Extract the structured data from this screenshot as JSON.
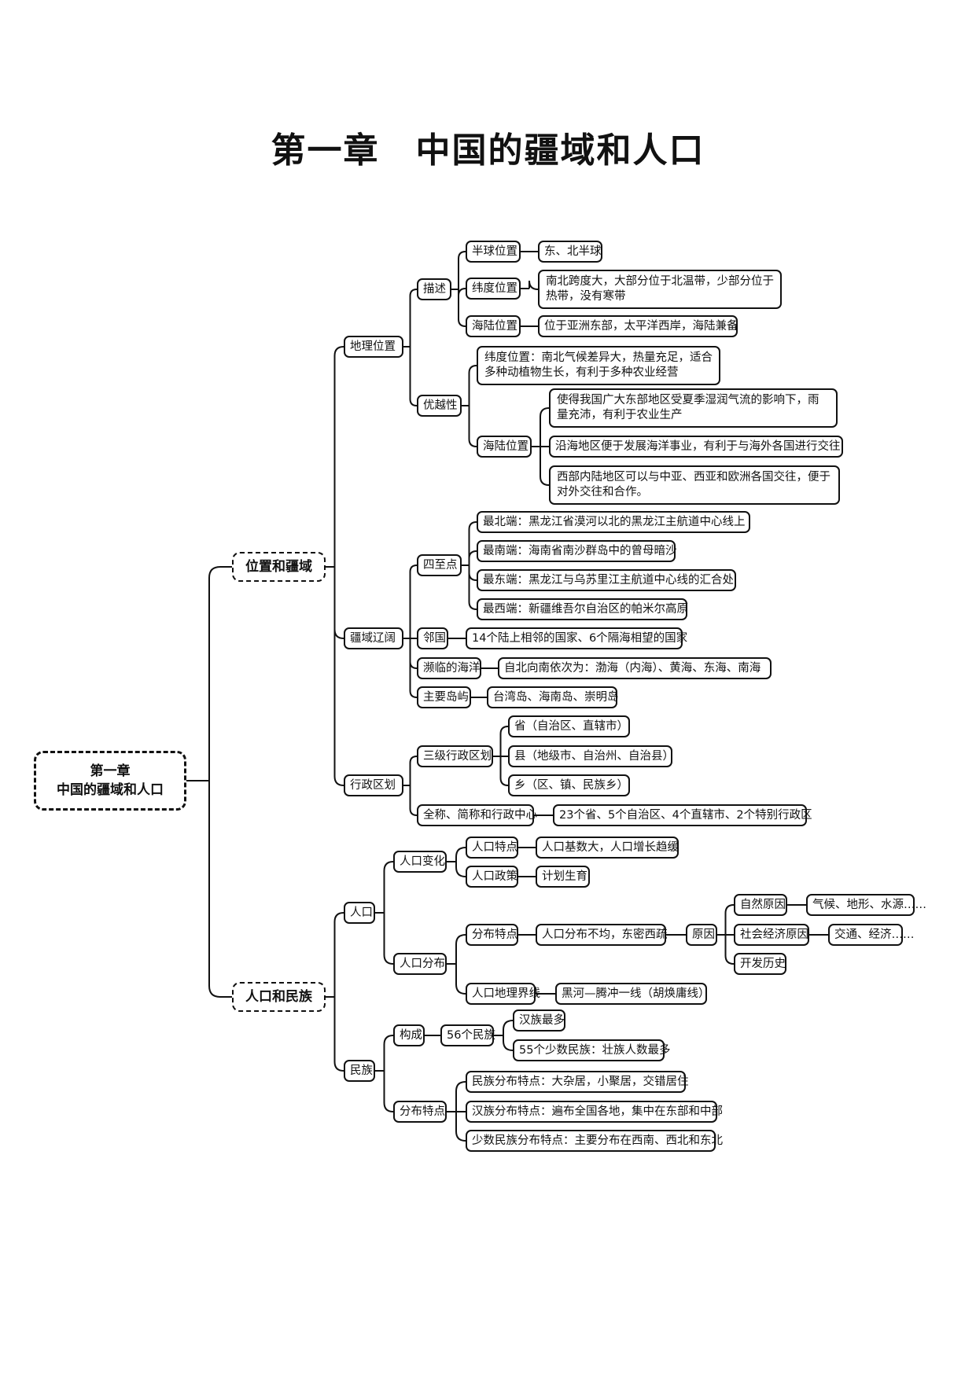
{
  "title": "第一章　中国的疆域和人口",
  "root": {
    "line1": "第一章",
    "line2": "中国的疆域和人口"
  },
  "branch1": {
    "label": "位置和疆域",
    "geo": {
      "label": "地理位置",
      "desc": {
        "label": "描述",
        "hemi": {
          "label": "半球位置",
          "text": "东、北半球"
        },
        "lat": {
          "label": "纬度位置",
          "text": "南北跨度大，大部分位于北温带，少部分位于热带，没有寒带"
        },
        "sea": {
          "label": "海陆位置",
          "text": "位于亚洲东部，太平洋西岸，海陆兼备"
        }
      },
      "adv": {
        "label": "优越性",
        "lat": "纬度位置：南北气候差异大，热量充足，适合多种动植物生长，有利于多种农业经营",
        "sea": {
          "label": "海陆位置",
          "items": [
            "使得我国广大东部地区受夏季湿润气流的影响下，雨量充沛，有利于农业生产",
            "沿海地区便于发展海洋事业，有利于与海外各国进行交往",
            "西部内陆地区可以与中亚、西亚和欧洲各国交往，便于对外交往和合作。"
          ]
        }
      }
    },
    "terr": {
      "label": "疆域辽阔",
      "points": {
        "label": "四至点",
        "items": [
          "最北端：黑龙江省漠河以北的黑龙江主航道中心线上",
          "最南端：海南省南沙群岛中的曾母暗沙",
          "最东端：黑龙江与乌苏里江主航道中心线的汇合处",
          "最西端：新疆维吾尔自治区的帕米尔高原"
        ]
      },
      "neighbors": {
        "label": "邻国",
        "text": "14个陆上相邻的国家、6个隔海相望的国家"
      },
      "seas": {
        "label": "濒临的海洋",
        "text": "自北向南依次为：渤海（内海）、黄海、东海、南海"
      },
      "islands": {
        "label": "主要岛屿",
        "text": "台湾岛、海南岛、崇明岛"
      }
    },
    "admin": {
      "label": "行政区划",
      "levels": {
        "label": "三级行政区划",
        "items": [
          "省（自治区、直辖市）",
          "县（地级市、自治州、自治县）",
          "乡（区、镇、民族乡）"
        ]
      },
      "names": {
        "label": "全称、简称和行政中心",
        "text": "23个省、5个自治区、4个直辖市、2个特别行政区"
      }
    }
  },
  "branch2": {
    "label": "人口和民族",
    "pop": {
      "label": "人口",
      "change": {
        "label": "人口变化",
        "trait": {
          "label": "人口特点",
          "text": "人口基数大，人口增长趋缓"
        },
        "policy": {
          "label": "人口政策",
          "text": "计划生育"
        }
      },
      "dist": {
        "label": "人口分布",
        "trait": {
          "label": "分布特点",
          "text": "人口分布不均，东密西疏"
        },
        "reason": {
          "label": "原因",
          "natural": {
            "label": "自然原因",
            "text": "气候、地形、水源……"
          },
          "social": {
            "label": "社会经济原因",
            "text": "交通、经济……"
          },
          "history": "开发历史"
        },
        "line": {
          "label": "人口地理界线",
          "text": "黑河—腾冲一线（胡焕庸线）"
        }
      }
    },
    "eth": {
      "label": "民族",
      "comp": {
        "label": "构成",
        "count": "56个民族",
        "items": [
          "汉族最多",
          "55个少数民族：壮族人数最多"
        ]
      },
      "dist": {
        "label": "分布特点",
        "items": [
          "民族分布特点：大杂居，小聚居，交错居住",
          "汉族分布特点：遍布全国各地，集中在东部和中部",
          "少数民族分布特点：主要分布在西南、西北和东北"
        ]
      }
    }
  }
}
